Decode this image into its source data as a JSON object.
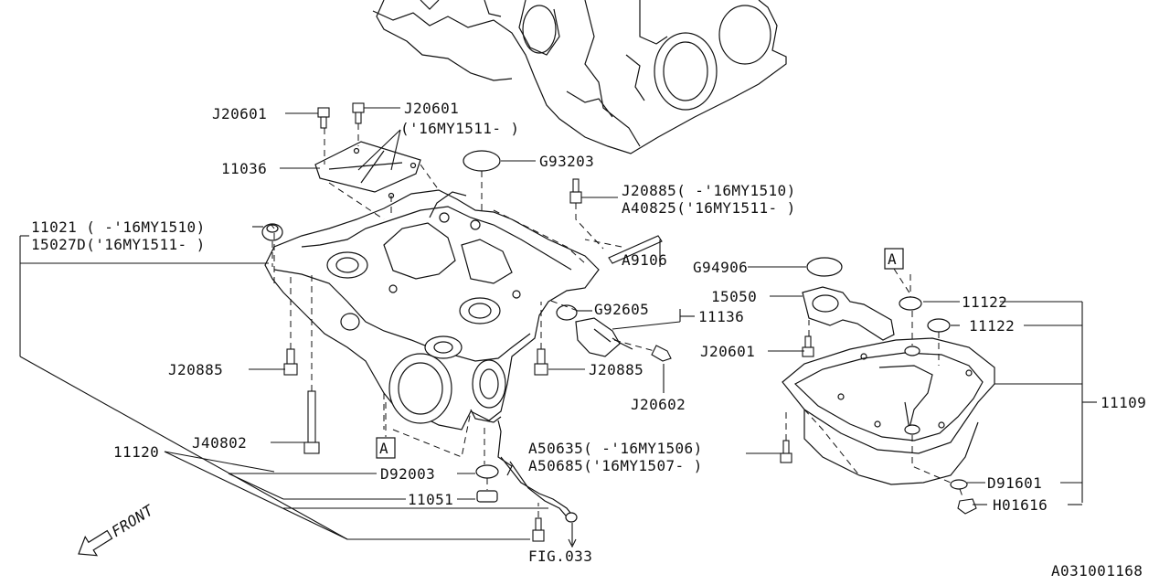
{
  "diagram_id": "A031001168",
  "direction_label": "FRONT",
  "reference_box": "A",
  "labels": {
    "j20601_a": "J20601",
    "j20601_b": "J20601",
    "j20601_b_note": "('16MY1511- )",
    "n11036": "11036",
    "g93203": "G93203",
    "j20885_top": "J20885( -'16MY1510)",
    "a40825": "A40825('16MY1511- )",
    "n11021": "11021  ( -'16MY1510)",
    "n15027d": "15027D('16MY1511- )",
    "a9106": "A9106",
    "g94906": "G94906",
    "n15050": "15050",
    "n11122_a": "11122",
    "n11122_b": "11122",
    "g92605": "G92605",
    "n11136": "11136",
    "j20601_c": "J20601",
    "j20885_left": "J20885",
    "j20885_mid": "J20885",
    "j20602": "J20602",
    "n11109": "11109",
    "j40802": "J40802",
    "n11120": "11120",
    "a50635": "A50635( -'16MY1506)",
    "a50685": "A50685('16MY1507- )",
    "d92003": "D92003",
    "d91601": "D91601",
    "n11051": "11051",
    "h01616": "H01616",
    "fig033": "FIG.033"
  }
}
